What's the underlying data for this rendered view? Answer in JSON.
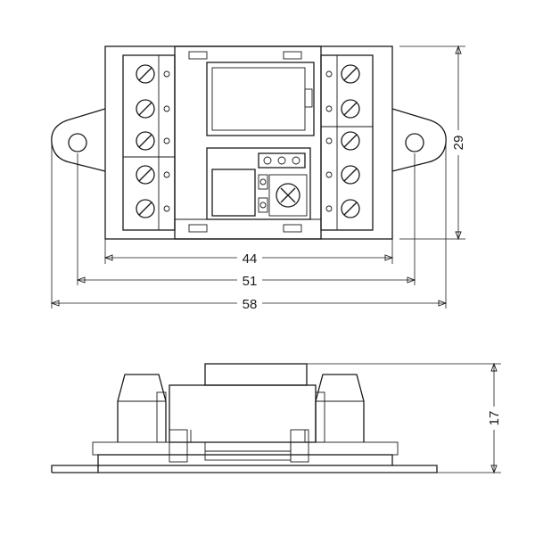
{
  "dimensions": {
    "width_terminals": "44",
    "width_holes": "51",
    "width_overall": "58",
    "height_top": "29",
    "height_side": "17"
  },
  "colors": {
    "stroke": "#1a1a1a",
    "background": "#ffffff"
  }
}
